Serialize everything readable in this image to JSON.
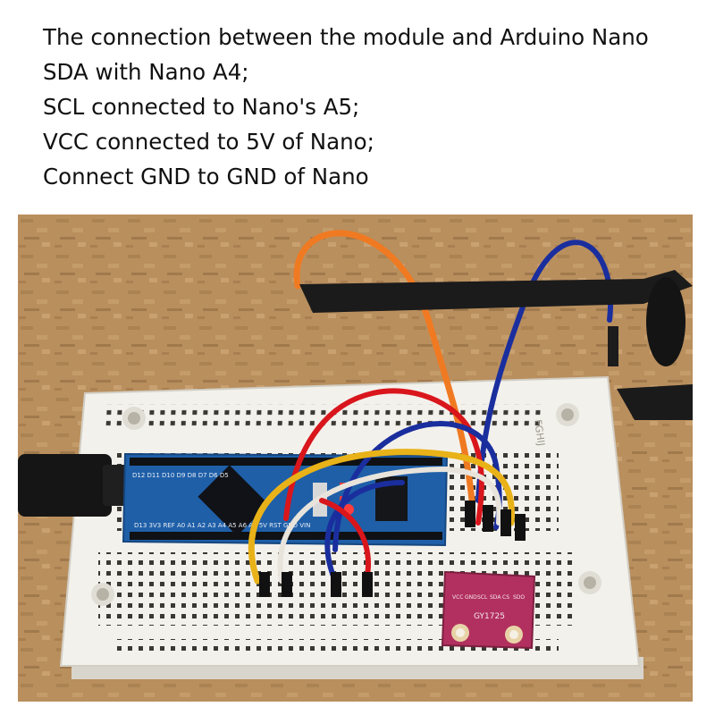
{
  "caption": {
    "lines": [
      "The connection between the module and Arduino Nano",
      "SDA with Nano A4;",
      "SCL connected to Nano's A5;",
      "VCC connected to 5V of Nano;",
      "Connect GND to GND of Nano"
    ]
  },
  "photo": {
    "module_label": "GY1725",
    "module_pins": [
      "VCC",
      "GND",
      "SCL",
      "SDA",
      "CS",
      "SDO"
    ],
    "nano_top_labels": "D13 3V3 REF A0 A1 A2 A3 A4 A5 A6 A7 5V RST GND VIN",
    "nano_bottom_labels": "D12 D11 D10 D9 D8 D7 D6 D5",
    "breadboard_letters": "FGHIJ",
    "colors": {
      "background": "#b98f5e",
      "breadboard": "#f3f1ec",
      "nano_pcb": "#1f5fa8",
      "module_pcb": "#b2305f",
      "wire_orange": "#f07a22",
      "wire_blue": "#1a2e9e",
      "wire_red": "#d9161c",
      "wire_yellow": "#e8b218",
      "wire_white": "#e8e4dc",
      "probe": "#1b1b1b"
    }
  }
}
